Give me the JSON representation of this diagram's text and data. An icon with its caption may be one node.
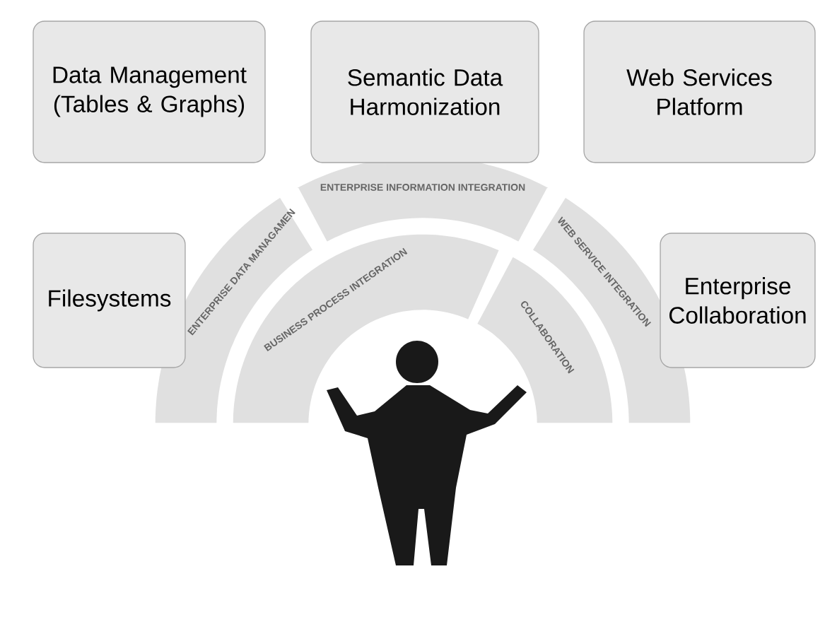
{
  "diagram": {
    "nodes": [
      {
        "text": [
          "Data Management (Tables & Graphs)"
        ]
      },
      {
        "text": [
          "Semantic Data Harmonization"
        ]
      },
      {
        "text": [
          "Web Services Platform"
        ]
      },
      {
        "text": [
          "Filesystems"
        ]
      },
      {
        "text": [
          "Enterprise Collaboration"
        ]
      },
      {
        "text": [
          "ENTERPRISE DATA MANAGAMEN"
        ]
      },
      {
        "text": [
          "ENTERPRISE INFORMATION INTEGRATION"
        ]
      },
      {
        "text": [
          "WEB SERVICE INTEGRATION"
        ]
      },
      {
        "text": [
          "BUSINESS PROCESS INTEGRATION"
        ]
      },
      {
        "text": [
          "COLLABORATION"
        ]
      }
    ]
  }
}
